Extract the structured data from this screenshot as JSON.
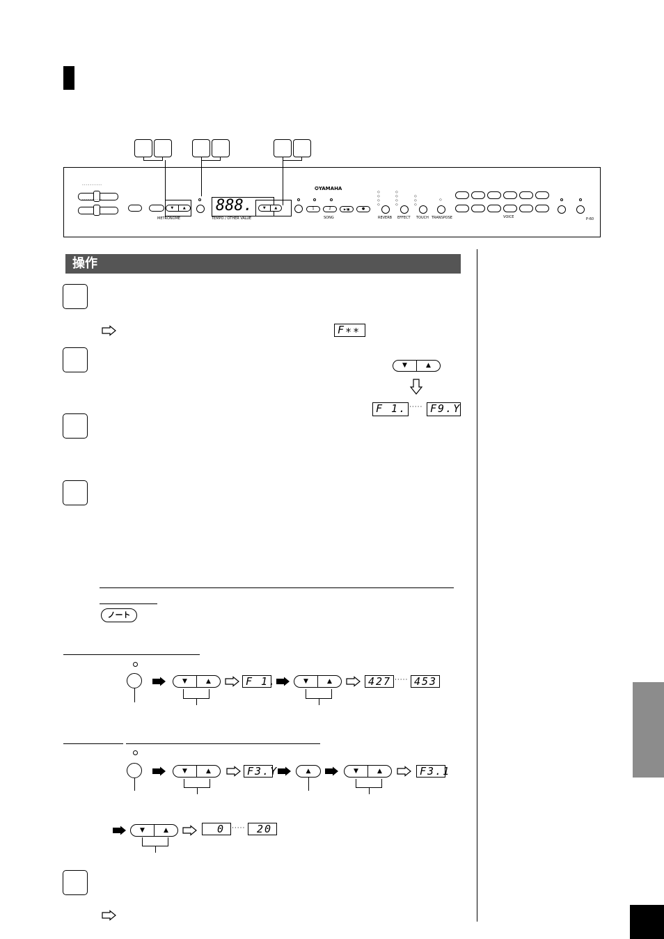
{
  "page": {
    "section_heading": "操作",
    "note_badge": "ノート"
  },
  "panel": {
    "brand": "✪YAMAHA",
    "lcd_text": "888.",
    "metronome_label": "METRONOME",
    "tempo_label": "TEMPO / OTHER VALUE",
    "song_label": "SONG",
    "reverb_label": "REVERB",
    "effect_label": "EFFECT",
    "touch_label": "TOUCH",
    "transpose_label": "TRANSPOSE",
    "voice_label": "VOICE",
    "model_label": "P-60",
    "song_buttons": [
      "1",
      "2",
      "▶/■",
      "●"
    ]
  },
  "step1": {
    "display": "F∗∗"
  },
  "step2": {
    "display_from": "F 1.",
    "display_to": "F9.Y"
  },
  "example1": {
    "display_a": "F 1.",
    "display_from": "427",
    "display_to": "453"
  },
  "example2": {
    "display_a": "F3.Y",
    "display_b": "F3.1",
    "display_from": "0",
    "display_to": "20"
  },
  "glyphs": {
    "down": "▼",
    "up": "▲",
    "dots": "·····"
  },
  "colors": {
    "heading_bar": "#555555",
    "side_tab": "#8c8c8c",
    "ink": "#000000"
  }
}
